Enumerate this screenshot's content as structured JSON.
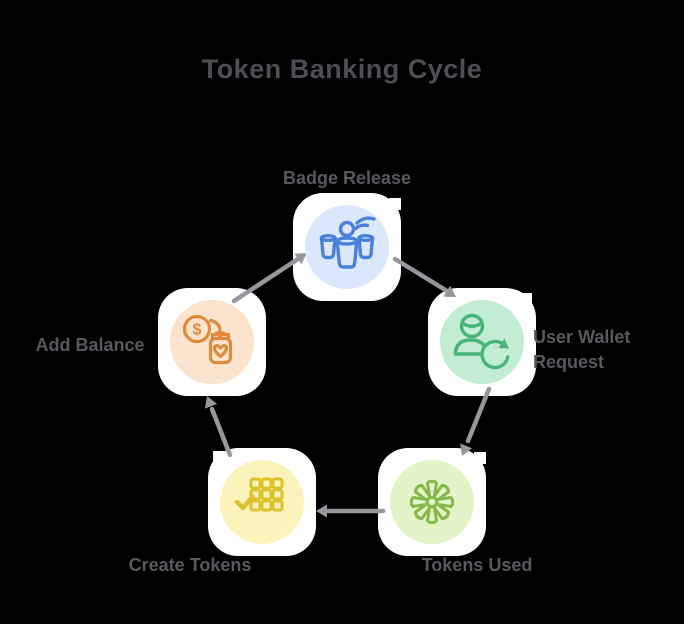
{
  "title": "Token Banking Cycle",
  "colors": {
    "background": "#000000",
    "halo": "#ffffff",
    "connector": "#97979d",
    "title_text": "#4e4e56",
    "label_text": "#58585f"
  },
  "nodes": [
    {
      "id": "badge-release",
      "label": "Badge Release",
      "icon": "group-broadcast-icon",
      "bg_color": "#dbe8fb",
      "icon_color": "#4b81da"
    },
    {
      "id": "user-wallet-request",
      "label_lines": [
        "User Wallet",
        "Request"
      ],
      "icon": "user-refresh-icon",
      "bg_color": "#c3edd2",
      "icon_color": "#47b478"
    },
    {
      "id": "add-balance",
      "label": "Add Balance",
      "icon": "coin-to-jar-icon",
      "bg_color": "#fbe3cd",
      "icon_color": "#dd8b3d",
      "coin_symbol": "$"
    },
    {
      "id": "create-tokens",
      "label": "Create Tokens",
      "icon": "token-grid-check-icon",
      "bg_color": "#fcf3bb",
      "icon_color": "#dcc32e"
    },
    {
      "id": "tokens-used",
      "label": "Tokens Used",
      "icon": "pinwheel-icon",
      "bg_color": "#e3f4c9",
      "icon_color": "#84b94a"
    }
  ]
}
